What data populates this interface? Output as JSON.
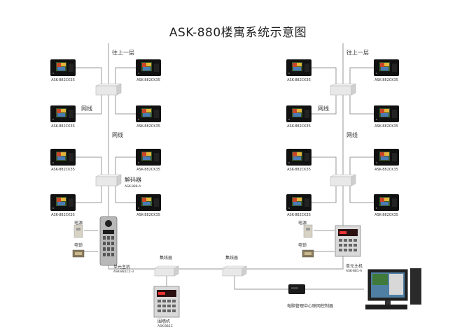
{
  "title": "ASK-880楼寓系统示意图",
  "labels": {
    "monitor_model": "ASK-882CK35",
    "to_upper_floor": "往上一层",
    "network_cable": "网线",
    "decoder": "解码器",
    "decoder_model": "ASK-888-A",
    "power_supply": "电源",
    "electric_lock": "电锁",
    "unit_host": "单元主机",
    "unit_host_model_left": "ASK-881C2-3",
    "unit_host_model_right": "ASK-881-A",
    "hub": "集线器",
    "guard_unit": "围墙机",
    "guard_unit_model": "ASK-881C",
    "pc_center_controller": "电脑管理中心联网控制器"
  },
  "colors": {
    "line": "#9a9a9a",
    "monitor_frame": "#111111",
    "device_gray": "#d9d9d9"
  }
}
